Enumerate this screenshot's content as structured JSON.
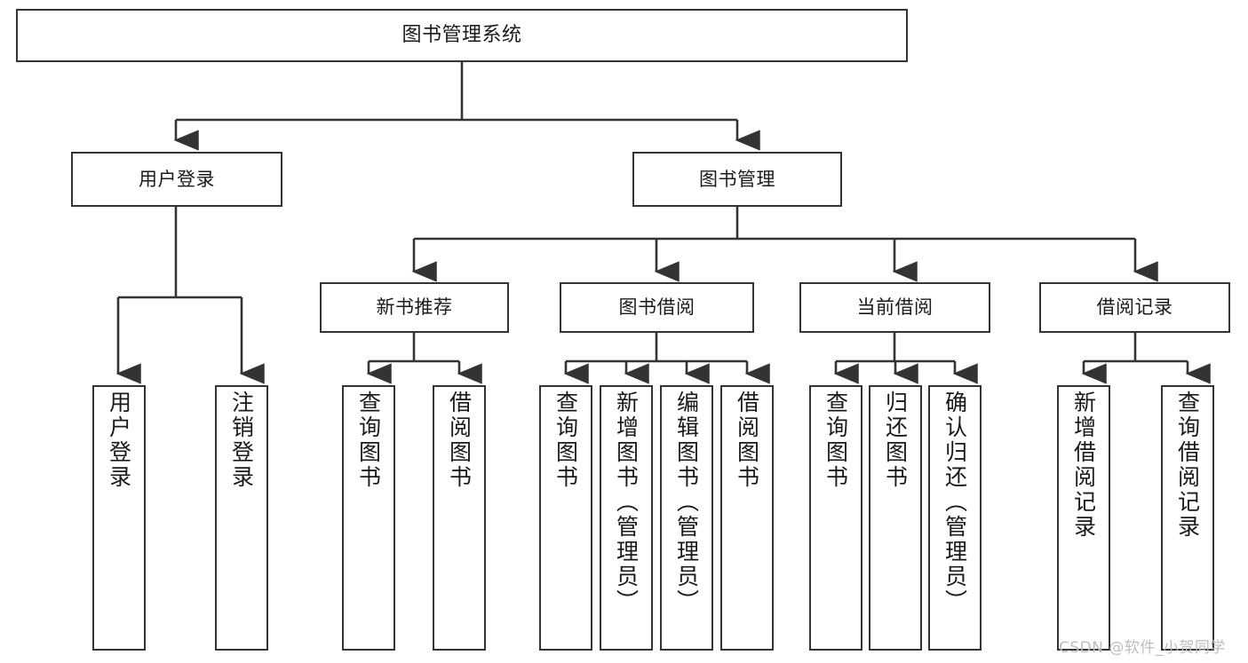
{
  "diagram": {
    "title": "图书管理系统",
    "type": "tree-hierarchy-chart",
    "orientation": "top-down",
    "colors": {
      "background": "#ffffff",
      "node_border": "#333333",
      "node_fill": "#ffffff",
      "connector": "#333333",
      "text": "#1a1a1a",
      "watermark": "#bdbdbd"
    },
    "levels": {
      "level1": [
        {
          "id": "root",
          "label": "图书管理系统"
        }
      ],
      "level2": [
        {
          "id": "user-login",
          "label": "用户登录",
          "parent": "root"
        },
        {
          "id": "book-management",
          "label": "图书管理",
          "parent": "root"
        }
      ],
      "level3": [
        {
          "id": "new-book-recommend",
          "label": "新书推荐",
          "parent": "book-management"
        },
        {
          "id": "book-borrow",
          "label": "图书借阅",
          "parent": "book-management"
        },
        {
          "id": "current-borrow",
          "label": "当前借阅",
          "parent": "book-management"
        },
        {
          "id": "borrow-record",
          "label": "借阅记录",
          "parent": "book-management"
        }
      ],
      "leaves": [
        {
          "id": "leaf-user-login",
          "label": "用户登录",
          "parent": "user-login"
        },
        {
          "id": "leaf-logout",
          "label": "注销登录",
          "parent": "user-login"
        },
        {
          "id": "leaf-query-book-1",
          "label": "查询图书",
          "parent": "new-book-recommend"
        },
        {
          "id": "leaf-borrow-book-1",
          "label": "借阅图书",
          "parent": "new-book-recommend"
        },
        {
          "id": "leaf-query-book-2",
          "label": "查询图书",
          "parent": "book-borrow"
        },
        {
          "id": "leaf-add-book",
          "label": "新增图书（管理员）",
          "parent": "book-borrow"
        },
        {
          "id": "leaf-edit-book",
          "label": "编辑图书（管理员）",
          "parent": "book-borrow"
        },
        {
          "id": "leaf-borrow-book-2",
          "label": "借阅图书",
          "parent": "book-borrow"
        },
        {
          "id": "leaf-query-book-3",
          "label": "查询图书",
          "parent": "current-borrow"
        },
        {
          "id": "leaf-return-book",
          "label": "归还图书",
          "parent": "current-borrow"
        },
        {
          "id": "leaf-confirm-return",
          "label": "确认归还（管理员）",
          "parent": "current-borrow"
        },
        {
          "id": "leaf-add-record",
          "label": "新增借阅记录",
          "parent": "borrow-record"
        },
        {
          "id": "leaf-query-record",
          "label": "查询借阅记录",
          "parent": "borrow-record"
        }
      ]
    }
  },
  "watermark": {
    "text": "CSDN @软件_小贺同学"
  }
}
